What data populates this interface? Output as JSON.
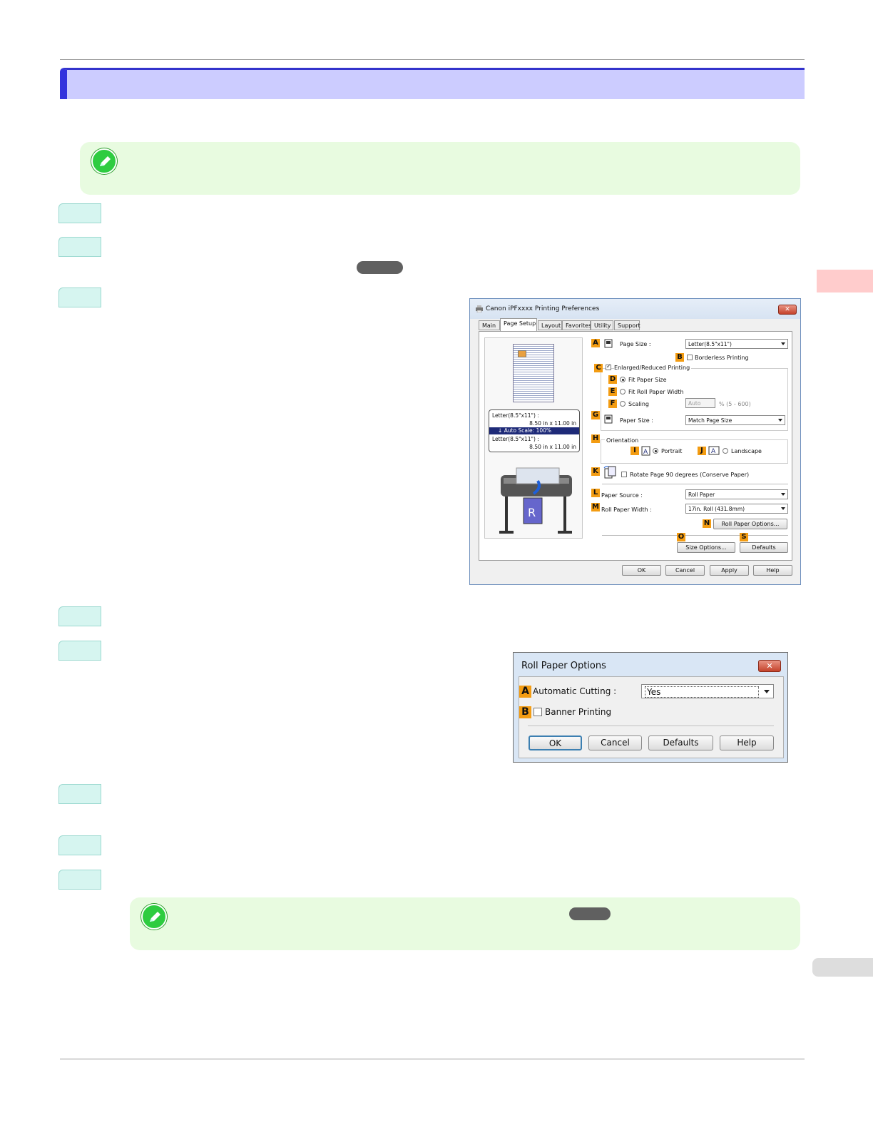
{
  "dialog1": {
    "title": "Canon iPFxxxx Printing Preferences",
    "tabs": [
      "Main",
      "Page Setup",
      "Layout",
      "Favorites",
      "Utility",
      "Support"
    ],
    "preview": {
      "line1": "Letter(8.5\"x11\") :",
      "line2": "8.50 in x 11.00 in",
      "auto_scale": "Auto Scale: 100%",
      "line3": "Letter(8.5\"x11\") :",
      "line4": "8.50 in x 11.00 in"
    },
    "keys": [
      "A",
      "B",
      "C",
      "D",
      "E",
      "F",
      "G",
      "H",
      "I",
      "J",
      "K",
      "L",
      "M",
      "N",
      "O",
      "S"
    ],
    "page_size_label": "Page Size :",
    "page_size_value": "Letter(8.5\"x11\")",
    "borderless_label": "Borderless Printing",
    "enlarged_label": "Enlarged/Reduced Printing",
    "fit_paper_size": "Fit Paper Size",
    "fit_roll_width": "Fit Roll Paper Width",
    "scaling": "Scaling",
    "scaling_value": "Auto",
    "scaling_range": "% (5 - 600)",
    "paper_size_label": "Paper Size :",
    "paper_size_value": "Match Page Size",
    "orientation_label": "Orientation",
    "portrait": "Portrait",
    "landscape": "Landscape",
    "rotate_label": "Rotate Page 90 degrees (Conserve Paper)",
    "paper_source_label": "Paper Source :",
    "paper_source_value": "Roll Paper",
    "roll_width_label": "Roll Paper Width :",
    "roll_width_value": "17in. Roll (431.8mm)",
    "roll_options_btn": "Roll Paper Options...",
    "size_options_btn": "Size Options...",
    "defaults_btn": "Defaults",
    "ok": "OK",
    "cancel": "Cancel",
    "apply": "Apply",
    "help": "Help"
  },
  "dialog2": {
    "title": "Roll Paper Options",
    "key_a": "A",
    "key_b": "B",
    "auto_cut_label": "Automatic Cutting :",
    "auto_cut_value": "Yes",
    "banner_label": "Banner Printing",
    "ok": "OK",
    "cancel": "Cancel",
    "defaults": "Defaults",
    "help": "Help"
  },
  "icons": [
    "note-pencil-icon",
    "printer-icon",
    "close-icon",
    "chevron-down-icon"
  ]
}
